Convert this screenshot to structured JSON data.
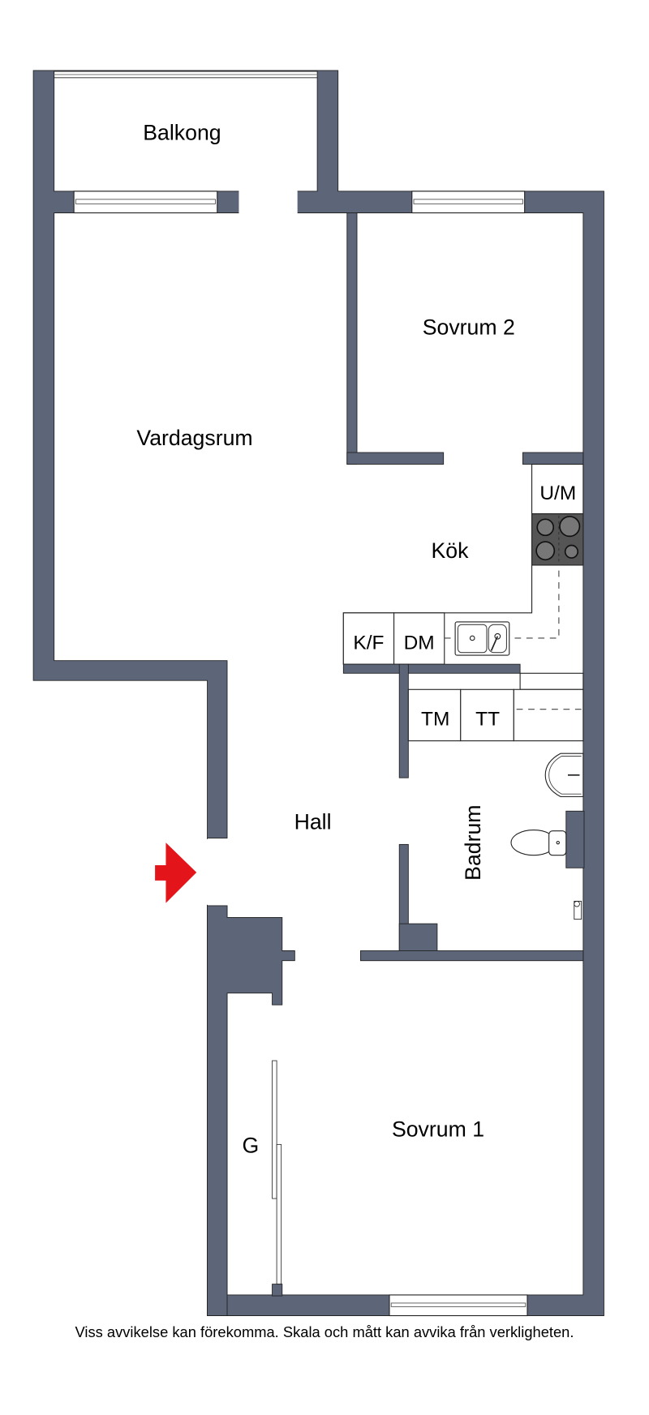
{
  "plan": {
    "rooms": {
      "balkong": "Balkong",
      "sovrum2": "Sovrum 2",
      "vardagsrum": "Vardagsrum",
      "kok": "Kök",
      "hall": "Hall",
      "badrum": "Badrum",
      "sovrum1": "Sovrum 1"
    },
    "fixtures": {
      "um": "U/M",
      "kf": "K/F",
      "dm": "DM",
      "tm": "TM",
      "tt": "TT",
      "g": "G"
    },
    "colors": {
      "wall": "#5d6679",
      "stove": "#555555",
      "entrance_arrow": "#e3151a"
    }
  },
  "caption": "Viss avvikelse kan förekomma. Skala och mått kan avvika från verkligheten."
}
